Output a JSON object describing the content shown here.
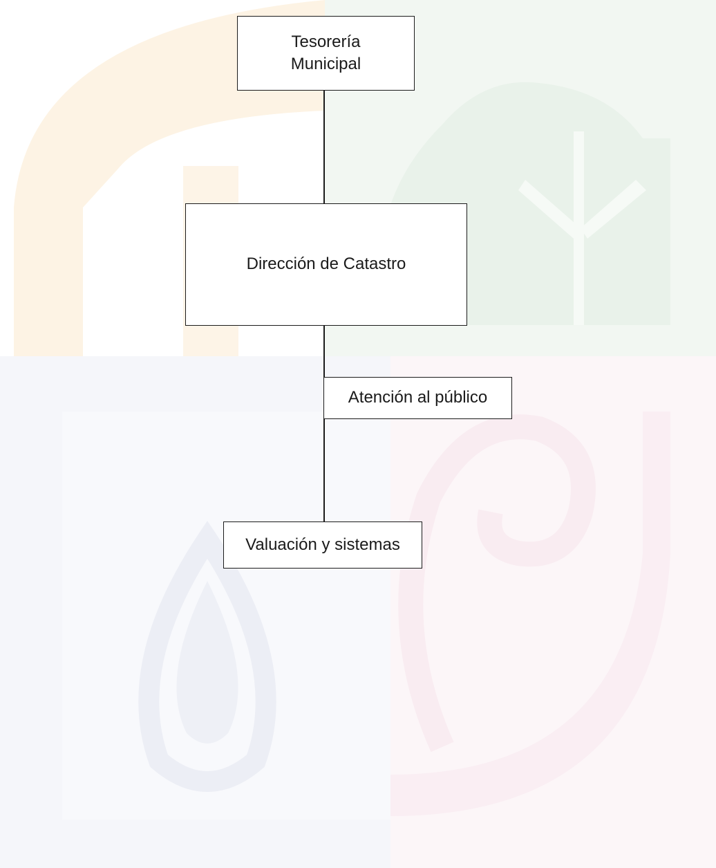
{
  "diagram": {
    "nodes": {
      "tesoreria": {
        "line1": "Tesorería",
        "line2": "Municipal"
      },
      "direccion": {
        "label": "Dirección de Catastro"
      },
      "atencion": {
        "label": "Atención al público"
      },
      "valuacion": {
        "label": "Valuación y sistemas"
      }
    },
    "edges": [
      {
        "from": "Tesorería Municipal",
        "to": "Dirección de Catastro"
      },
      {
        "from": "Dirección de Catastro",
        "to": "Atención al público"
      },
      {
        "from": "Dirección de Catastro",
        "to": "Valuación y sistemas"
      }
    ],
    "colors": {
      "stroke": "#1a1a1a",
      "watermark_orange": "#fdf3e4",
      "watermark_green": "#eef5ef",
      "watermark_blue": "#f1f3f9",
      "watermark_pink": "#fbf0f4"
    }
  }
}
